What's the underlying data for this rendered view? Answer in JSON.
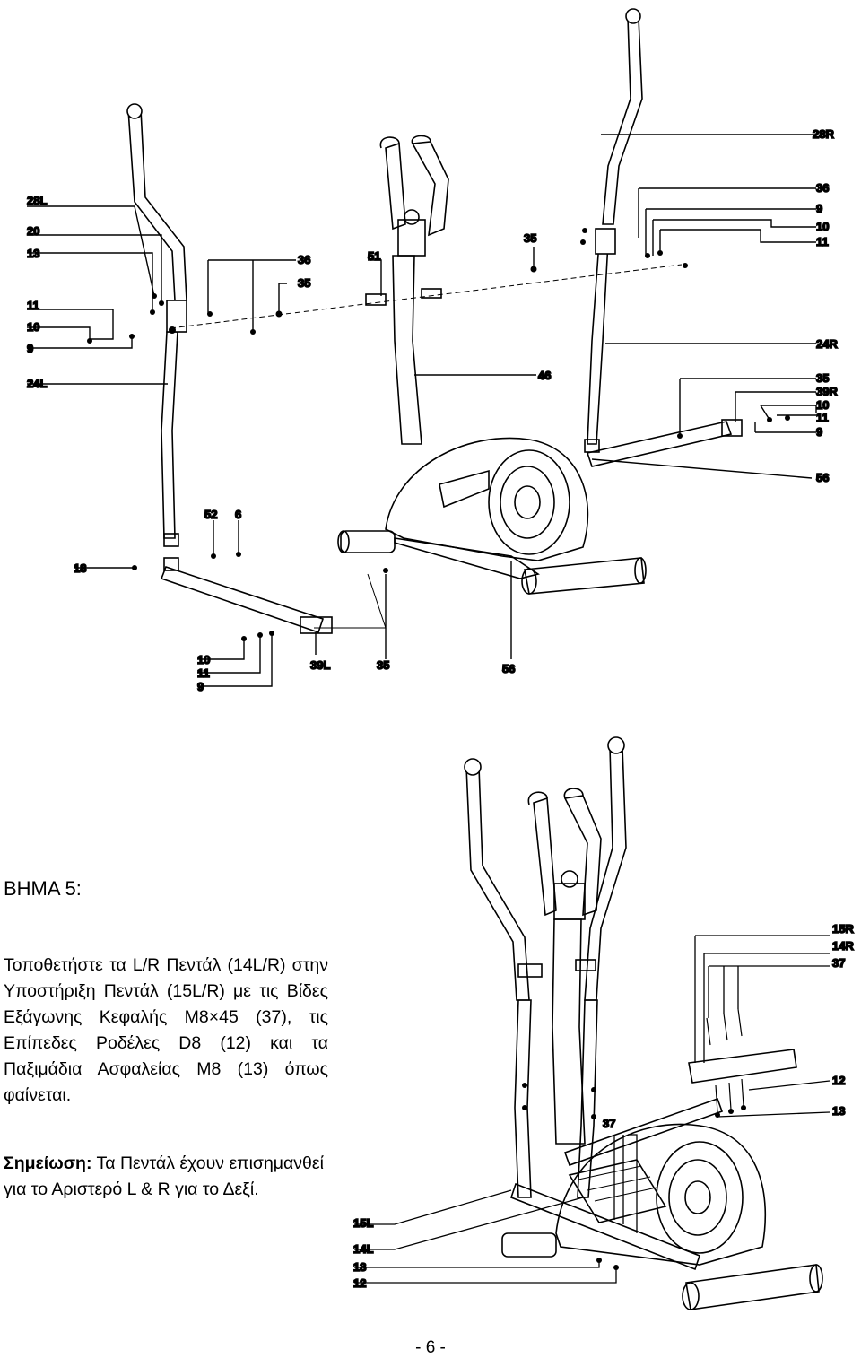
{
  "step": {
    "title": "ΒΗΜΑ 5:"
  },
  "instruction": "Τοποθετήστε τα L/R Πεντάλ (14L/R) στην Υποστήριξη Πεντάλ (15L/R) με τις Βίδες Εξάγωνης Κεφαλής M8×45 (37), τις Επίπεδες Ροδέλες D8 (12) και τα Παξιμάδια Ασφαλείας M8 (13) όπως φαίνεται.",
  "note": {
    "label": "Σημείωση:",
    "text": " Τα Πεντάλ έχουν επισημανθεί για το Αριστερό L & R για το Δεξί."
  },
  "page_number": "- 6 -",
  "figure1": {
    "labels": {
      "l28R": "28R",
      "l36r": "36",
      "l9r": "9",
      "l10r": "10",
      "l11r": "11",
      "l28L": "28L",
      "l20": "20",
      "l13": "13",
      "l36c": "36",
      "l35c": "35",
      "l51": "51",
      "l35t": "35",
      "l11": "11",
      "l10": "10",
      "l9": "9",
      "l24L": "24L",
      "l24R": "24R",
      "l46": "46",
      "l35r": "35",
      "l39R": "39R",
      "l10b": "10",
      "l11b": "11",
      "l9b": "9",
      "l56r": "56",
      "l52": "52",
      "l6": "6",
      "l18": "18",
      "l10l": "10",
      "l11l": "11",
      "l9l": "9",
      "l39L": "39L",
      "l35b": "35",
      "l56b": "56"
    }
  },
  "figure2": {
    "labels": {
      "l15R": "15R",
      "l14R": "14R",
      "l37r": "37",
      "l12": "12",
      "l13": "13",
      "l37": "37",
      "l15L": "15L",
      "l14L": "14L",
      "l13l": "13",
      "l12l": "12"
    }
  }
}
